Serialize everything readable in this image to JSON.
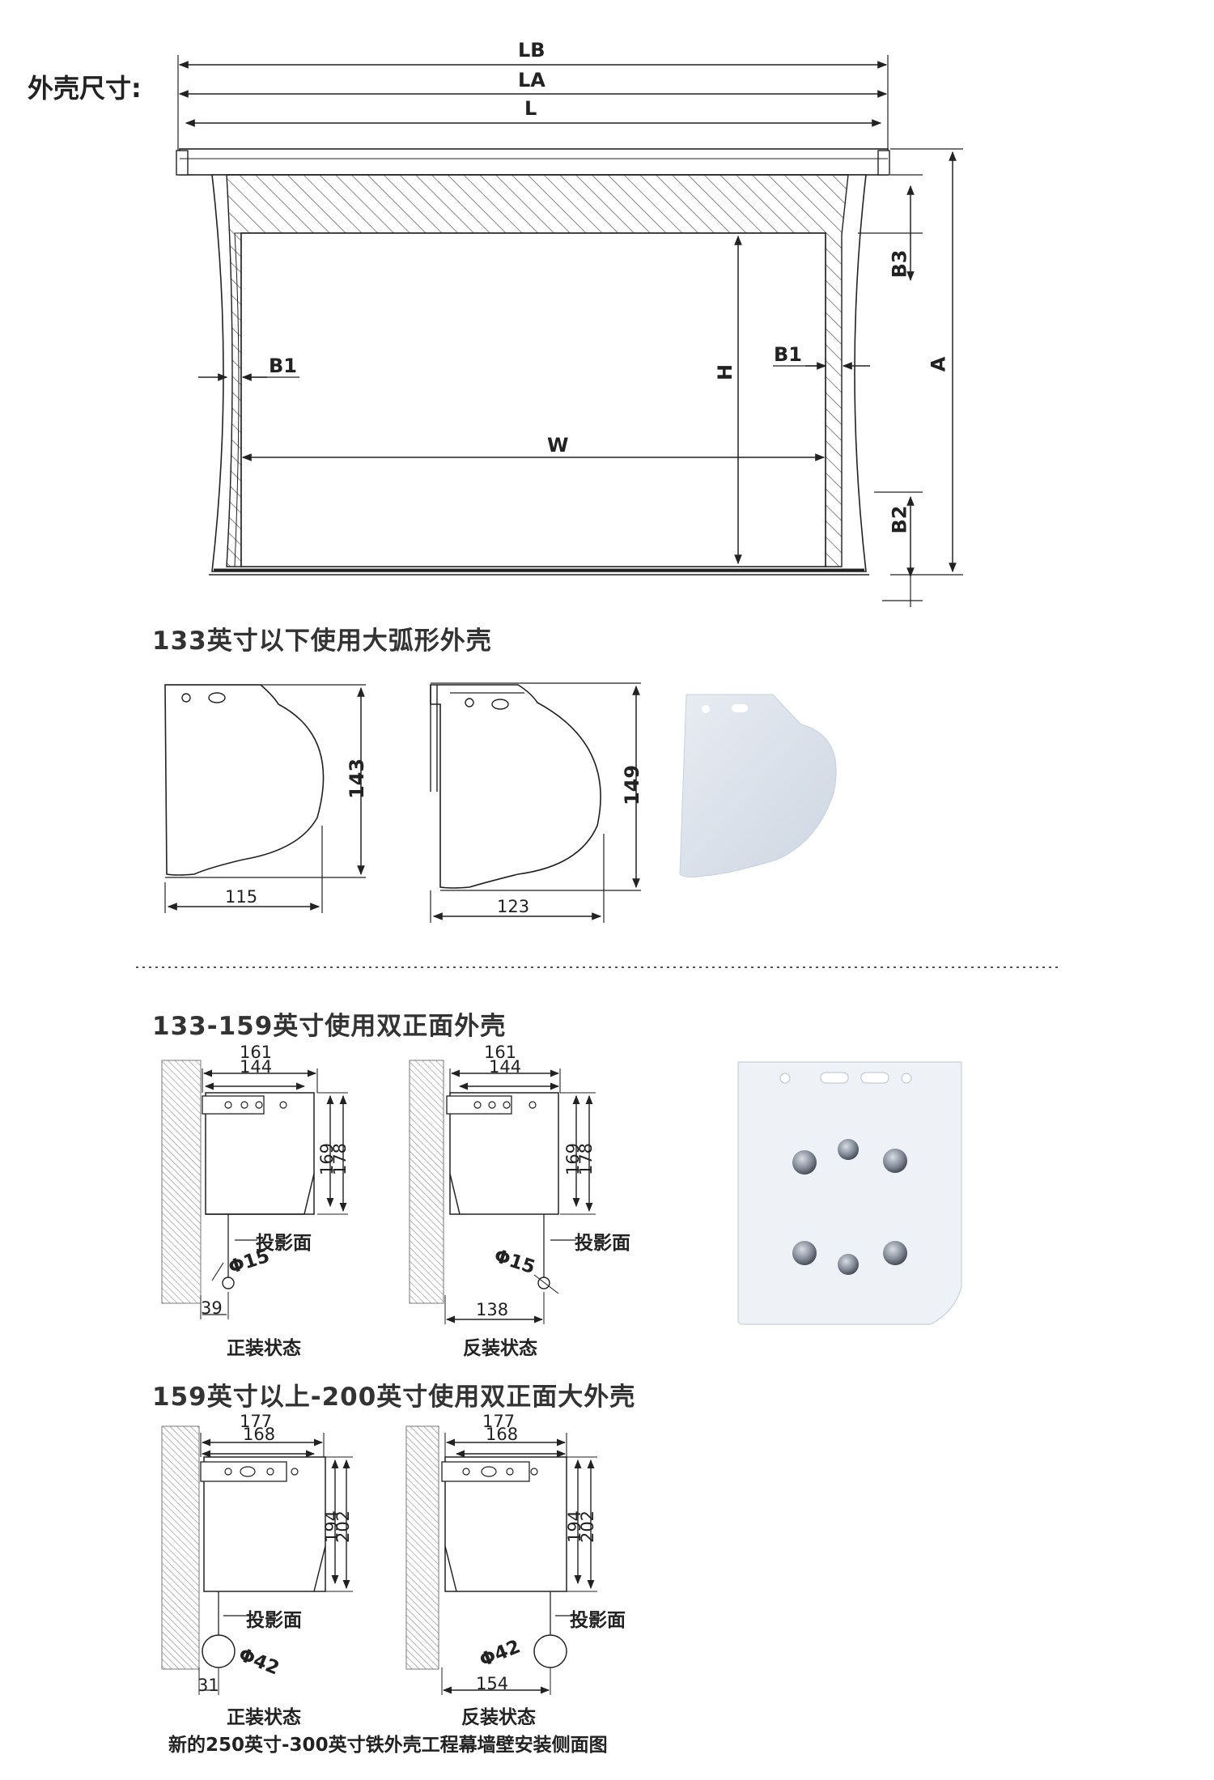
{
  "housing": {
    "title": "外壳尺寸:",
    "labels": {
      "lb": "LB",
      "la": "LA",
      "l": "L",
      "b1_left": "B1",
      "b1_right": "B1",
      "h": "H",
      "w": "W",
      "b3": "B3",
      "b2": "B2",
      "a": "A"
    }
  },
  "section_arc": {
    "title": "133英寸以下使用大弧形外壳",
    "left": {
      "height": "143",
      "width": "115"
    },
    "right": {
      "height": "149",
      "width": "123"
    }
  },
  "section_double": {
    "title": "133-159英寸使用双正面外壳",
    "left": {
      "w1": "161",
      "w2": "144",
      "h1": "169",
      "h2": "178",
      "proj": "投影面",
      "dia": "Φ15",
      "offset": "39",
      "state": "正装状态"
    },
    "right": {
      "w1": "161",
      "w2": "144",
      "h1": "169",
      "h2": "178",
      "proj": "投影面",
      "dia": "Φ15",
      "offset": "138",
      "state": "反装状态"
    }
  },
  "section_large": {
    "title": "159英寸以上-200英寸使用双正面大外壳",
    "left": {
      "w1": "177",
      "w2": "168",
      "h1": "194",
      "h2": "202",
      "proj": "投影面",
      "dia": "Φ42",
      "offset": "31",
      "state": "正装状态"
    },
    "right": {
      "w1": "177",
      "w2": "168",
      "h1": "194",
      "h2": "202",
      "proj": "投影面",
      "dia": "Φ42",
      "offset": "154",
      "state": "反装状态"
    }
  },
  "caption": "新的250英寸-300英寸铁外壳工程幕墙壁安装侧面图"
}
